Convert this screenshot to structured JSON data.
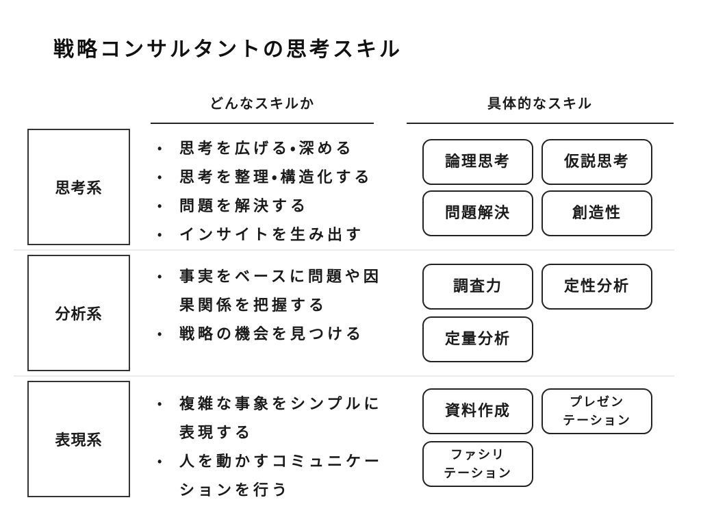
{
  "title": "戦略コンサルタントの思考スキル",
  "columns": {
    "what_header": "どんなスキルか",
    "specific_header": "具体的なスキル"
  },
  "rows": [
    {
      "category": "思考系",
      "bullets": [
        "思考を広げる・深める",
        "思考を整理・構造化する",
        "問題を解決する",
        "インサイトを生み出す"
      ],
      "skills": [
        "論理思考",
        "仮説思考",
        "問題解決",
        "創造性"
      ]
    },
    {
      "category": "分析系",
      "bullets": [
        "事実をベースに問題や因\n果関係を把握する",
        "戦略の機会を見つける"
      ],
      "skills": [
        "調査力",
        "定性分析",
        "定量分析"
      ]
    },
    {
      "category": "表現系",
      "bullets": [
        "複雑な事象をシンプルに\n表現する",
        "人を動かすコミュニケー\nションを行う"
      ],
      "skills": [
        "資料作成",
        "プレゼン\nテーション",
        "ファシリ\nテーション"
      ]
    }
  ],
  "colors": {
    "text": "#1a1a1a",
    "box_border": "#222222",
    "category_border": "#333333",
    "separator": "#ebebeb",
    "background": "#ffffff"
  }
}
